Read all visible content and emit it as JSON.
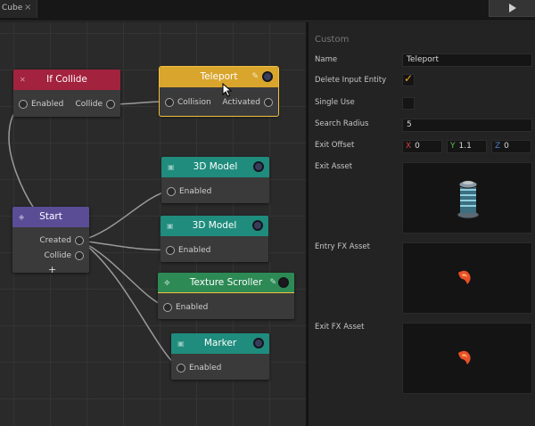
{
  "tab": {
    "label": "Cube",
    "close": "×"
  },
  "toolbar": {
    "play_icon": "play-icon"
  },
  "graph": {
    "nodes": {
      "if_collide": {
        "title": "If Collide",
        "color": "#a3223e",
        "icon": "collision-icon",
        "inputs": [
          "Enabled"
        ],
        "outputs": [
          "Collide"
        ]
      },
      "teleport": {
        "title": "Teleport",
        "color": "#d9a52d",
        "icon": "edit-pencil-icon",
        "inputs": [
          "Collision"
        ],
        "outputs": [
          "Activated"
        ],
        "selected": true
      },
      "model1": {
        "title": "3D Model",
        "color": "#1f8c7d",
        "icon": "cube-icon",
        "inputs": [
          "Enabled"
        ]
      },
      "start": {
        "title": "Start",
        "color": "#5a4d96",
        "icon": "start-icon",
        "outputs": [
          "Created",
          "Collide"
        ],
        "add": "+"
      },
      "model2": {
        "title": "3D Model",
        "color": "#1f8c7d",
        "icon": "cube-icon",
        "inputs": [
          "Enabled"
        ]
      },
      "texture_scroller": {
        "title": "Texture Scroller",
        "color": "#2d8a55",
        "icon": "move-icon",
        "inputs": [
          "Enabled"
        ]
      },
      "marker": {
        "title": "Marker",
        "color": "#1f8c7d",
        "icon": "marker-icon",
        "inputs": [
          "Enabled"
        ]
      }
    }
  },
  "panel": {
    "section": "Custom",
    "name_label": "Name",
    "name_value": "Teleport",
    "delete_input_label": "Delete Input Entity",
    "delete_input_checked": true,
    "single_use_label": "Single Use",
    "single_use_checked": false,
    "search_radius_label": "Search Radius",
    "search_radius_value": "5",
    "exit_offset_label": "Exit Offset",
    "exit_offset": {
      "x_label": "X",
      "x": "0",
      "y_label": "Y",
      "y": "1.1",
      "z_label": "Z",
      "z": "0"
    },
    "exit_asset_label": "Exit Asset",
    "entry_fx_label": "Entry FX Asset",
    "exit_fx_label": "Exit FX Asset"
  },
  "colors": {
    "accent": "#f0a020",
    "axis_x": "#d04040",
    "axis_y": "#5fbf4f",
    "axis_z": "#4f7fd0"
  }
}
